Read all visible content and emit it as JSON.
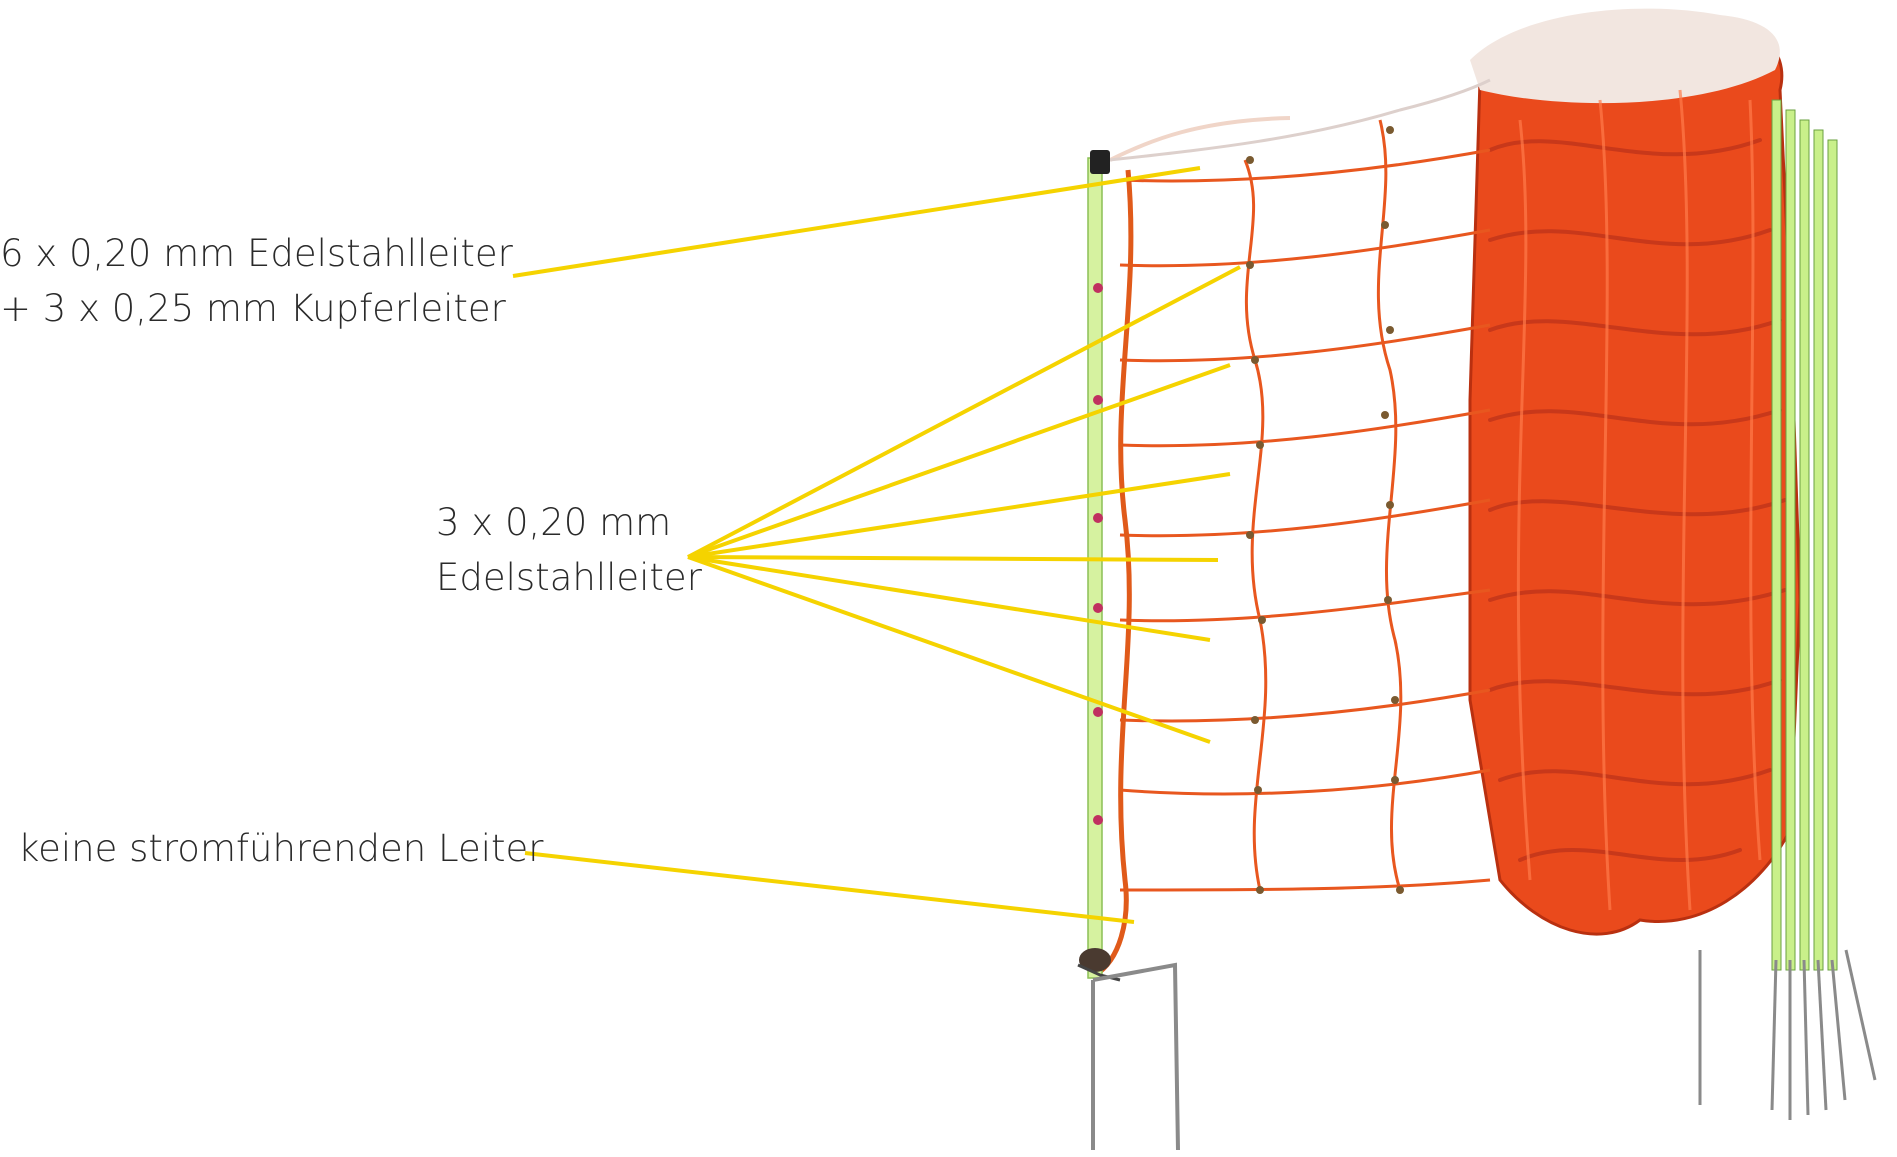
{
  "annotations": {
    "top": {
      "line1": "6 x 0,20 mm Edelstahlleiter",
      "line2": "+ 3 x 0,25 mm Kupferleiter"
    },
    "middle": {
      "line1": "3 x 0,20 mm",
      "line2": "Edelstahlleiter"
    },
    "bottom": {
      "line1": "keine stromführenden Leiter"
    }
  },
  "colors": {
    "leader_line": "#f5d300",
    "netting": "#e8571f",
    "netting_dark": "#c83a12",
    "post": "#c9f08a",
    "spike": "#8a8a8a",
    "text": "#2a2a2a"
  }
}
